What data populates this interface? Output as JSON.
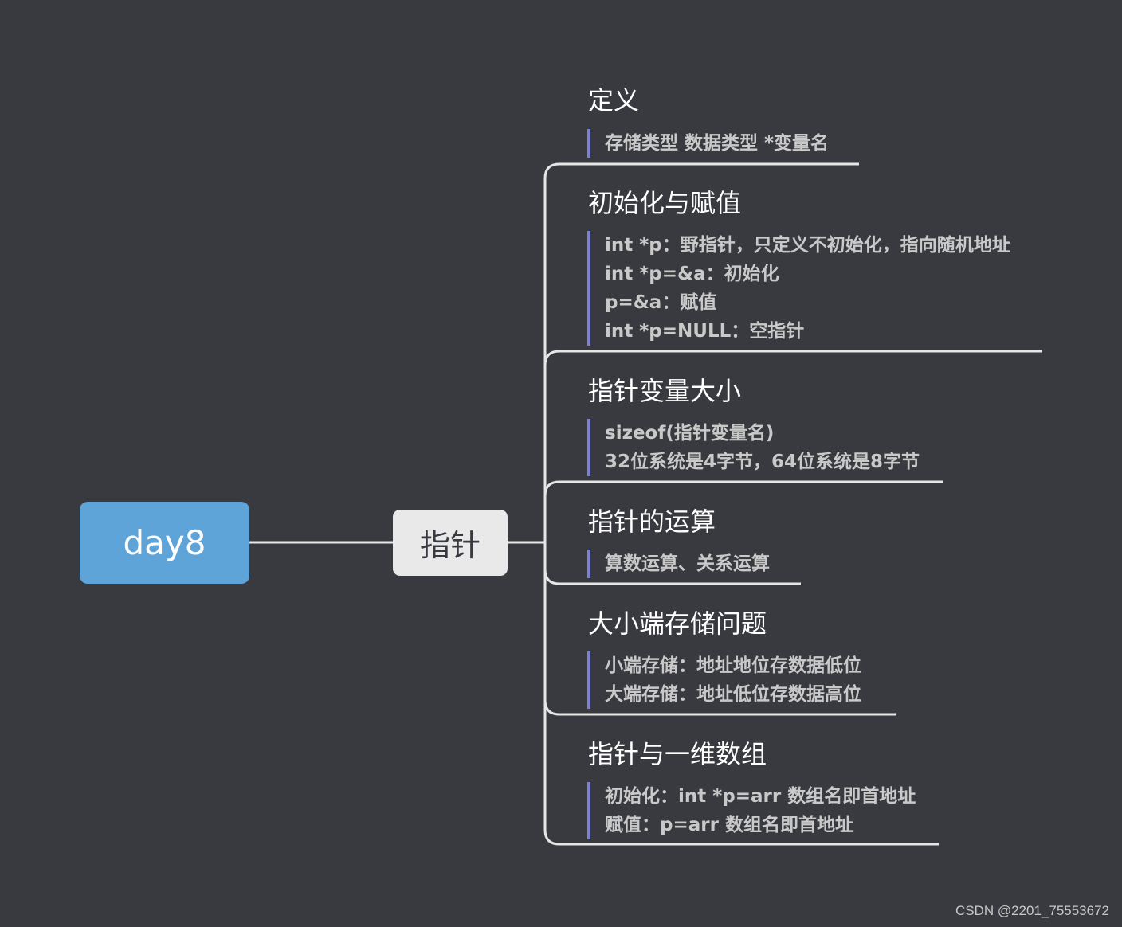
{
  "root": {
    "label": "day8"
  },
  "main_topic": {
    "label": "指针"
  },
  "subtopics": [
    {
      "title": "定义",
      "notes": [
        "存储类型 数据类型 *变量名"
      ]
    },
    {
      "title": "初始化与赋值",
      "notes": [
        "int *p：野指针，只定义不初始化，指向随机地址",
        "int *p=&a：初始化",
        "p=&a：赋值",
        "int *p=NULL：空指针"
      ]
    },
    {
      "title": "指针变量大小",
      "notes": [
        "sizeof(指针变量名)",
        "32位系统是4字节，64位系统是8字节"
      ]
    },
    {
      "title": "指针的运算",
      "notes": [
        "算数运算、关系运算"
      ]
    },
    {
      "title": "大小端存储问题",
      "notes": [
        "小端存储：地址地位存数据低位",
        "大端存储：地址低位存数据高位"
      ]
    },
    {
      "title": "指针与一维数组",
      "notes": [
        "初始化：int *p=arr  数组名即首地址",
        "赋值：p=arr  数组名即首地址"
      ]
    }
  ],
  "watermark": "CSDN @2201_75553672",
  "colors": {
    "background": "#393a3f",
    "root_fill": "#5fa4d8",
    "main_fill": "#e9e9ea",
    "connector": "#e6e6e6",
    "note_bar": "#7d7fd2"
  }
}
